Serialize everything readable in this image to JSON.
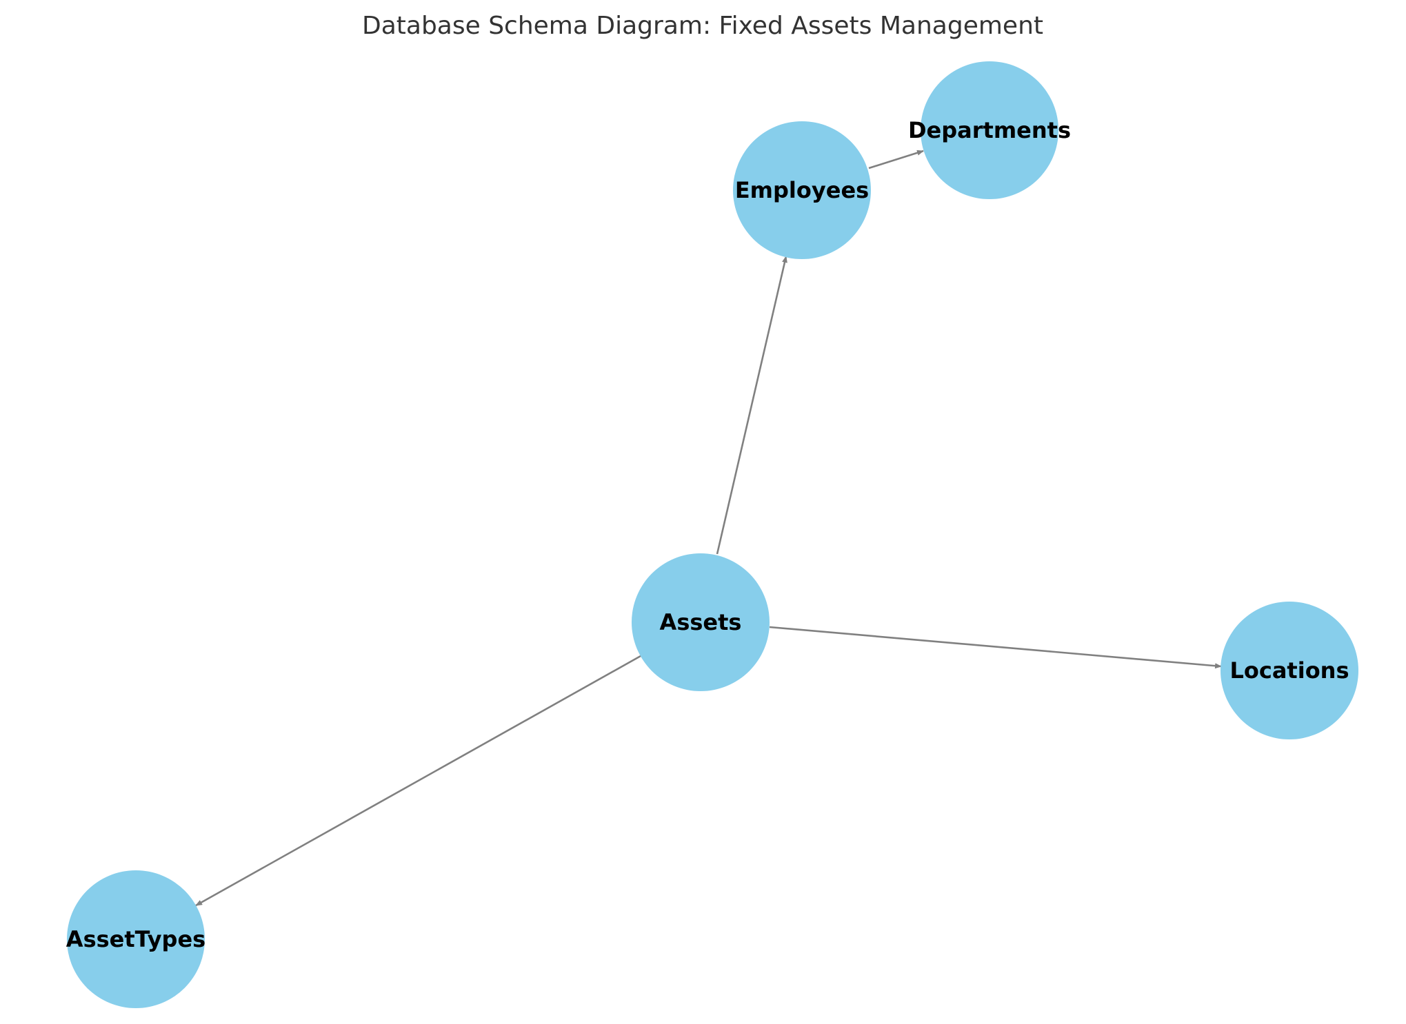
{
  "title": "Database Schema Diagram: Fixed Assets Management",
  "colors": {
    "node_fill": "#87CEEB",
    "edge": "#808080",
    "title": "#333333",
    "label": "#000000"
  },
  "nodes": [
    {
      "id": "assets",
      "label": "Assets"
    },
    {
      "id": "employees",
      "label": "Employees"
    },
    {
      "id": "departments",
      "label": "Departments"
    },
    {
      "id": "locations",
      "label": "Locations"
    },
    {
      "id": "assettypes",
      "label": "AssetTypes"
    }
  ],
  "edges": [
    {
      "from": "assets",
      "to": "employees"
    },
    {
      "from": "employees",
      "to": "departments"
    },
    {
      "from": "assets",
      "to": "locations"
    },
    {
      "from": "assets",
      "to": "assettypes"
    }
  ]
}
